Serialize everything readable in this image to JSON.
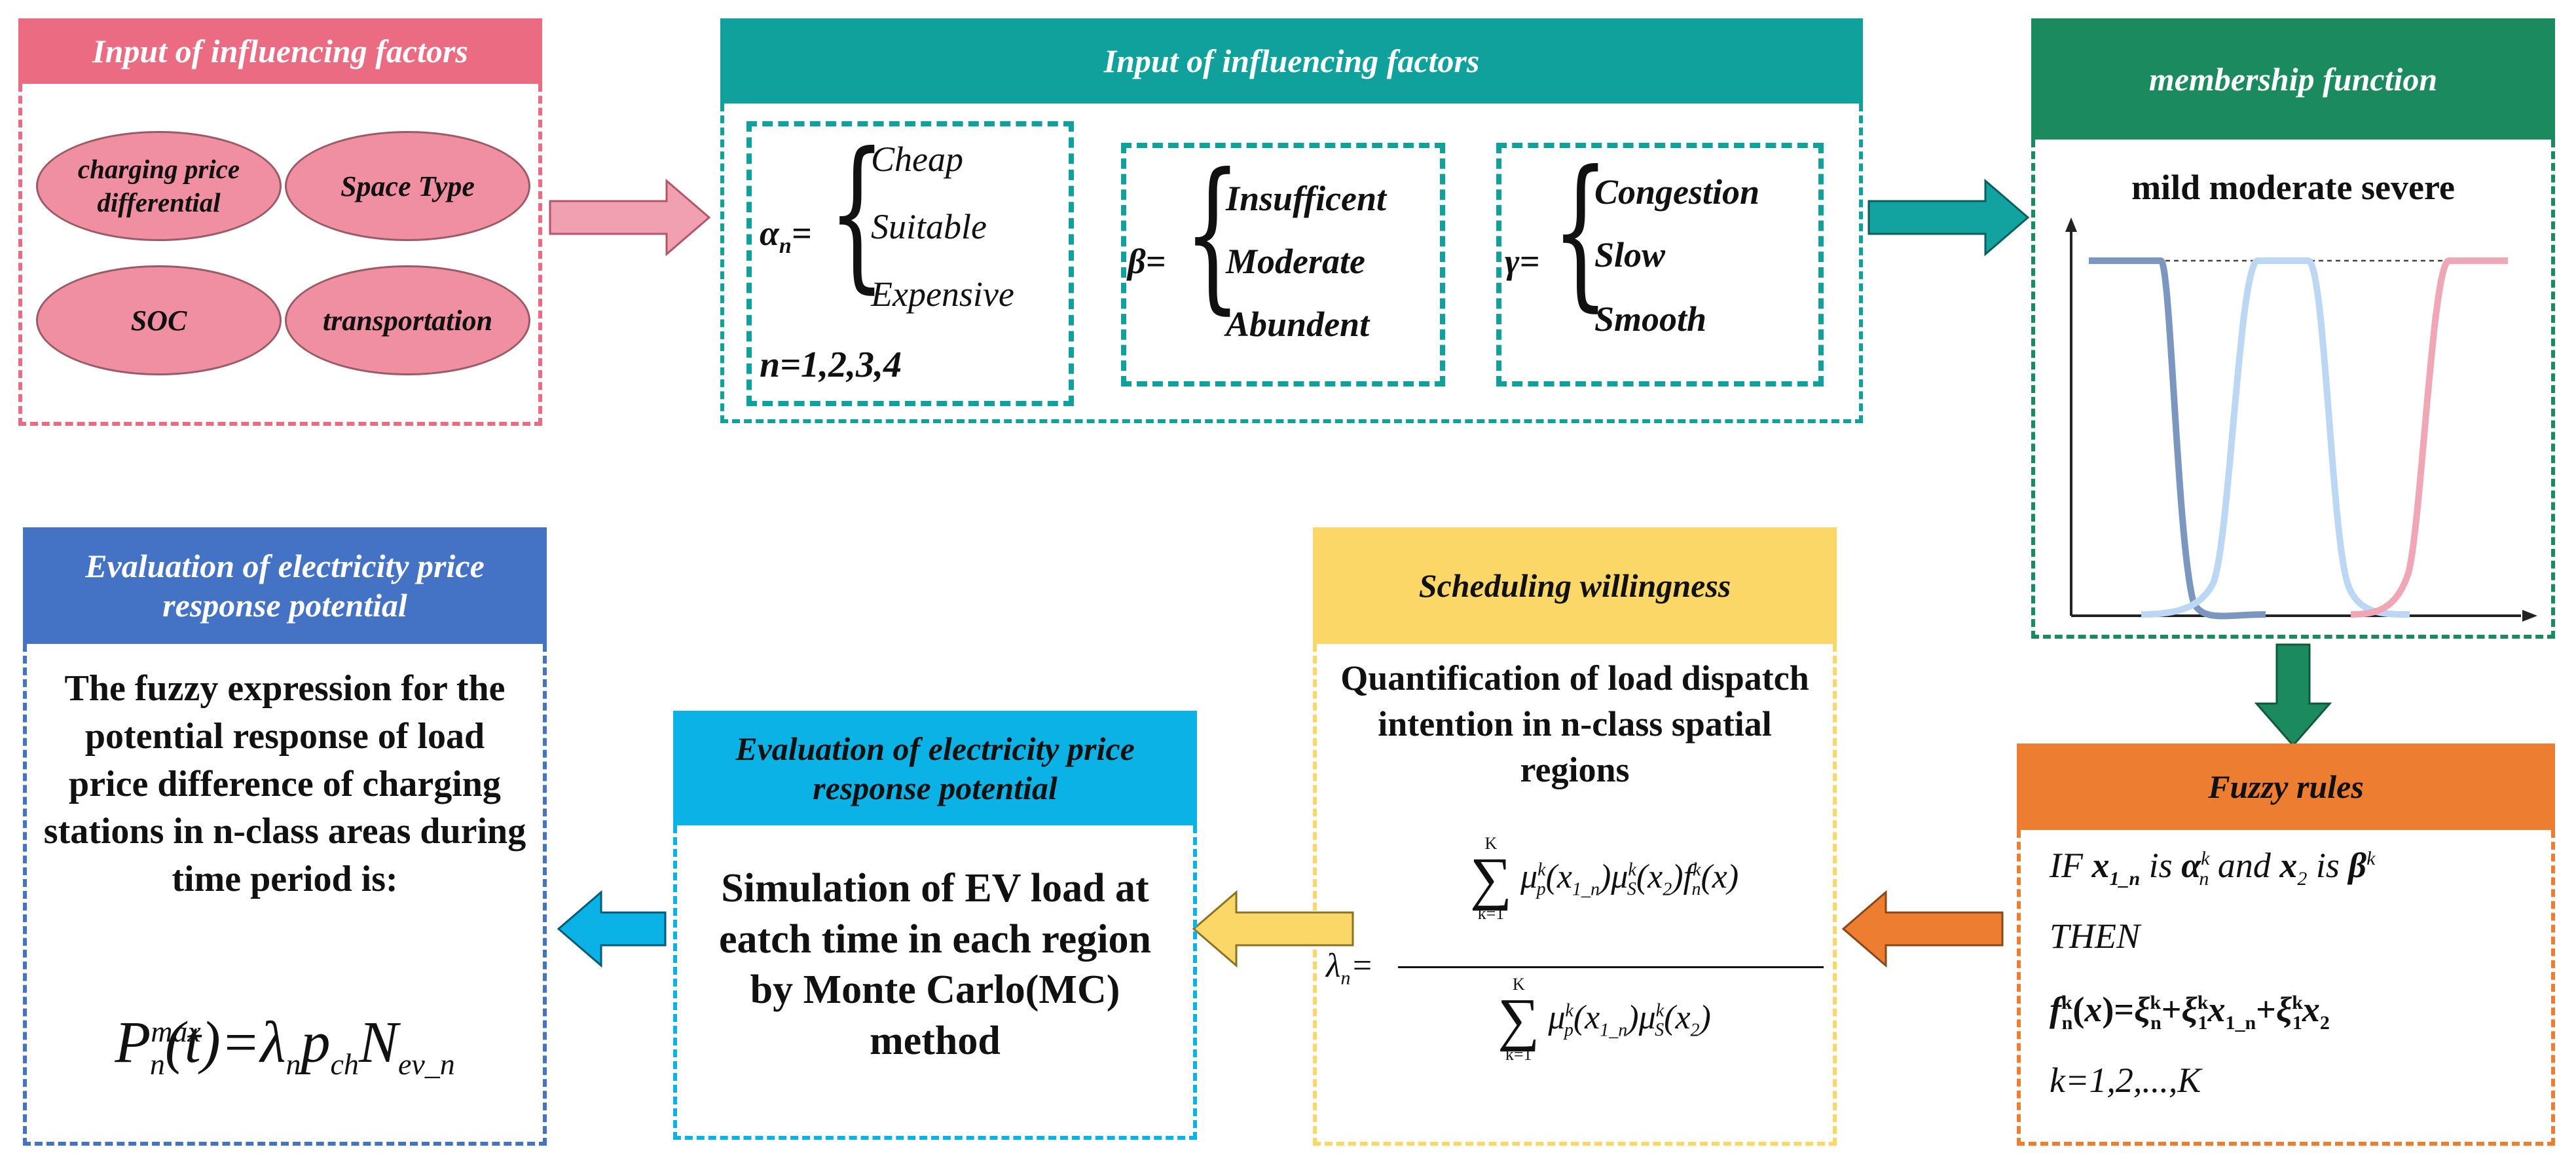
{
  "box1": {
    "title": "Input of influencing factors",
    "factors": [
      "charging price differential",
      "Space Type",
      "SOC",
      "transportation"
    ]
  },
  "box2": {
    "title": "Input of influencing factors",
    "alpha": {
      "label": "α",
      "sub": "n",
      "eq": "=",
      "options": [
        "Cheap",
        "Suitable",
        "Expensive"
      ],
      "n_range": "n=1,2,3,4"
    },
    "beta": {
      "label": "β=",
      "options": [
        "Insufficent",
        "Moderate",
        "Abundent"
      ]
    },
    "gamma": {
      "label": "γ=",
      "options": [
        "Congestion",
        "Slow",
        "Smooth"
      ]
    }
  },
  "box3": {
    "title": "membership function",
    "levels": "mild moderate severe",
    "curve_colors": [
      "#7b97bf",
      "#bcd7f3",
      "#f0a7b5"
    ]
  },
  "box4": {
    "title": "Fuzzy rules",
    "rule_if": "IF x1_n is αkn and x2 is βk",
    "rule_then": "THEN",
    "rule_f": "fkn(x)=ξkn+ξk1x1_n+ξk1x2",
    "k_range": "k=1,2,...,K"
  },
  "box5": {
    "title": "Scheduling willingness",
    "text": "Quantification of  load dispatch intention in n-class spatial regions",
    "formula_lhs": "λn=",
    "formula_num": "Σk=1..K μkp(x1_n) μkS(x2) fkn(x)",
    "formula_den": "Σk=1..K μkp(x1_n) μkS(x2)"
  },
  "box6": {
    "title": "Evaluation of electricity price response potential",
    "text": "Simulation of EV load at eatch time in each region by Monte Carlo(MC) method"
  },
  "box7": {
    "title": "Evaluation of electricity price response potential",
    "text": "The fuzzy expression for the potential response of load price difference of charging stations in n-class areas during time period is:",
    "formula": "Pmaxn(t)=λnpchNev_n"
  },
  "colors": {
    "pink": "#ea6b82",
    "teal": "#10a19d",
    "green": "#1c8a5f",
    "orange": "#ed7d31",
    "yellow": "#fad766",
    "sky": "#0bb2e6",
    "blue": "#4472c4"
  }
}
